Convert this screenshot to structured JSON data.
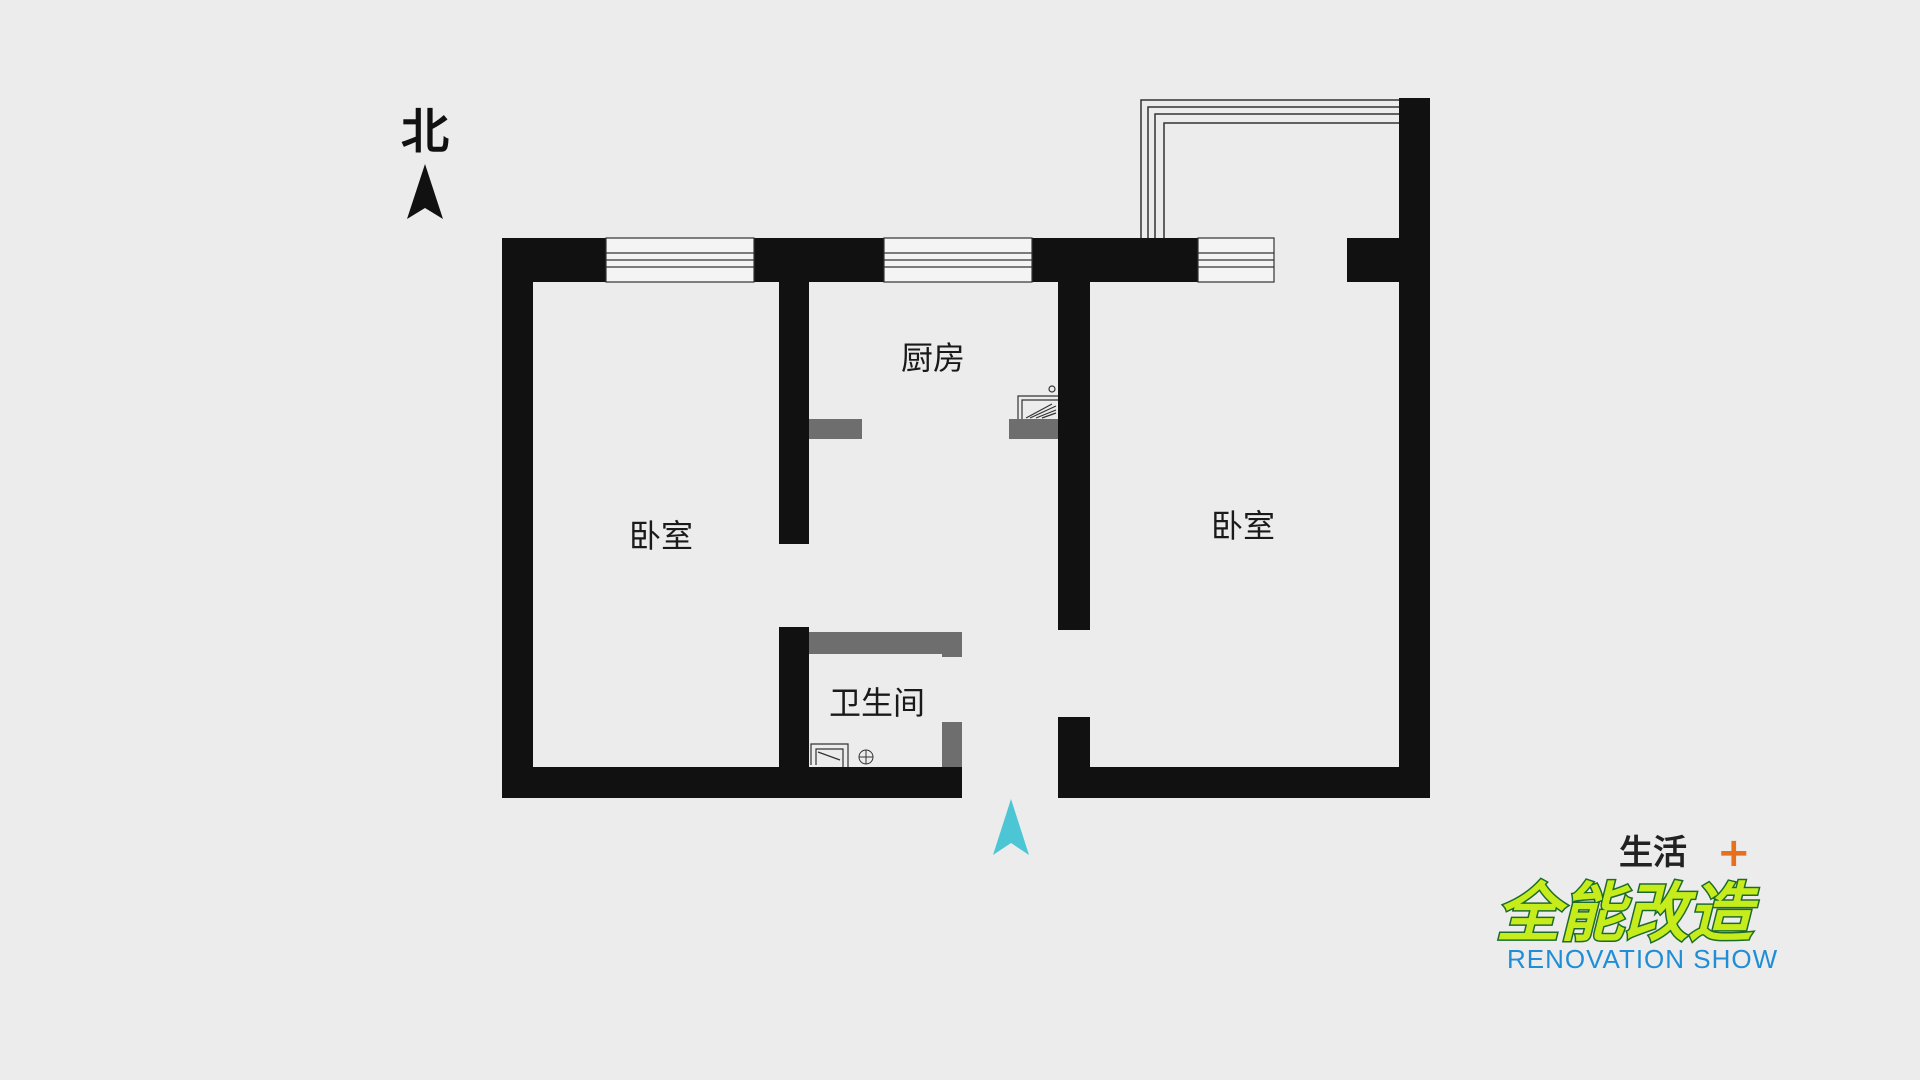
{
  "compass": {
    "label": "北",
    "icon": "north-arrow-icon"
  },
  "rooms": {
    "bedroom_west": "卧室",
    "kitchen": "厨房",
    "bedroom_east": "卧室",
    "bathroom": "卫生间"
  },
  "entrance": {
    "icon": "entrance-arrow-icon",
    "color": "#4cc6d4"
  },
  "logo": {
    "top_text": "生活",
    "plus_text": "+",
    "main_text": "全能改造",
    "sub_text": "RENOVATION SHOW"
  },
  "colors": {
    "wall": "#111111",
    "partition": "#6e6e6e",
    "background": "#ececec",
    "logo_green": "#c7ec1c",
    "logo_blue": "#1f8ed6",
    "logo_orange": "#e8701c"
  }
}
